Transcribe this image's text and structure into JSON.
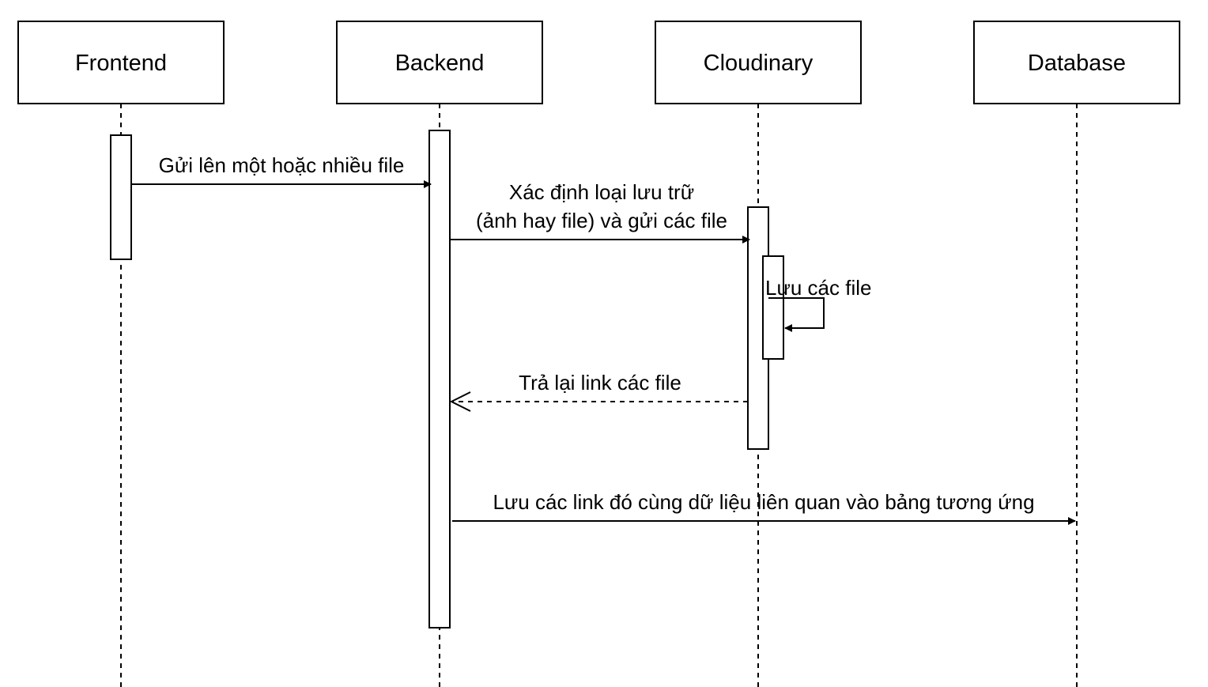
{
  "participants": [
    {
      "id": "frontend",
      "label": "Frontend"
    },
    {
      "id": "backend",
      "label": "Backend"
    },
    {
      "id": "cloudinary",
      "label": "Cloudinary"
    },
    {
      "id": "database",
      "label": "Database"
    }
  ],
  "messages": {
    "m1": {
      "label": "Gửi lên một hoặc nhiều file"
    },
    "m2": {
      "line1": "Xác định loại lưu trữ",
      "line2": "(ảnh hay file) và gửi các file"
    },
    "m3": {
      "label": "Lưu các file"
    },
    "m4": {
      "label": "Trả lại link các file"
    },
    "m5": {
      "label": "Lưu các link đó cùng dữ liệu liên quan vào bảng tương ứng"
    }
  }
}
